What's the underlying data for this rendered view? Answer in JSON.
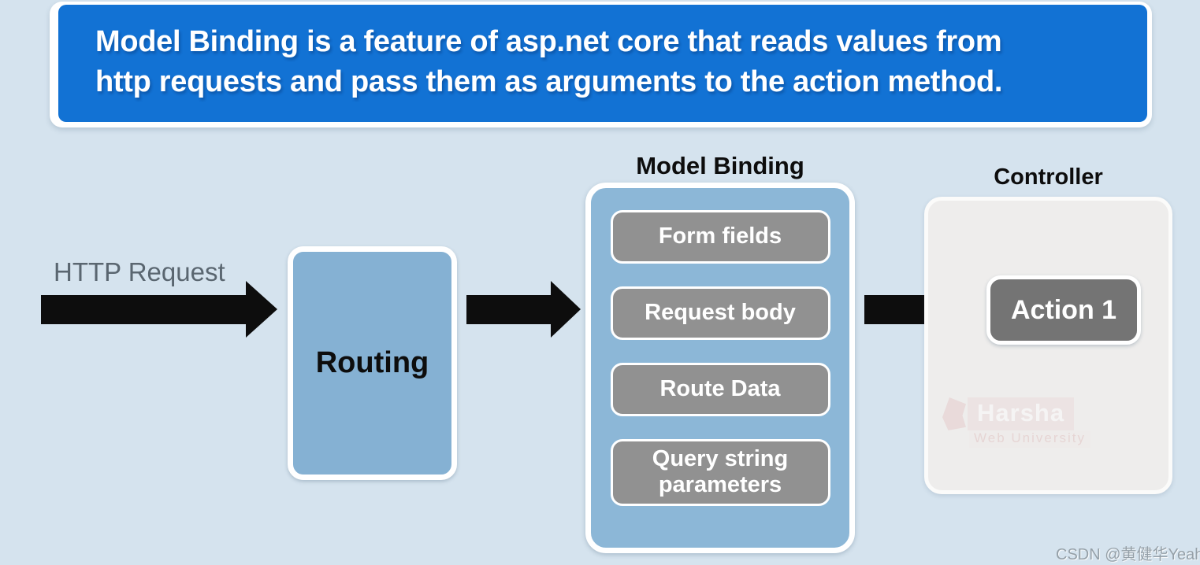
{
  "banner": {
    "line1": "Model Binding is a feature of asp.net core that reads values from",
    "line2": "http requests and pass them as arguments to the action method."
  },
  "flow": {
    "http_request_label": "HTTP Request",
    "routing_label": "Routing"
  },
  "model_binding": {
    "title": "Model Binding",
    "sources": [
      "Form fields",
      "Request body",
      "Route Data",
      "Query string parameters"
    ]
  },
  "controller": {
    "title": "Controller",
    "action_label": "Action 1"
  },
  "watermarks": {
    "harsha_name": "Harsha",
    "harsha_sub": "Web University",
    "csdn": "CSDN @黄健华Yeah"
  },
  "colors": {
    "background": "#d5e3ee",
    "banner_blue": "#1272d4",
    "routing_fill": "#85b1d3",
    "model_binding_fill": "#8cb7d7",
    "source_box_fill": "#919191",
    "action_fill": "#747474",
    "controller_fill": "#eeedec",
    "arrow_black": "#0d0d0d",
    "http_label_gray": "#5a6670"
  }
}
